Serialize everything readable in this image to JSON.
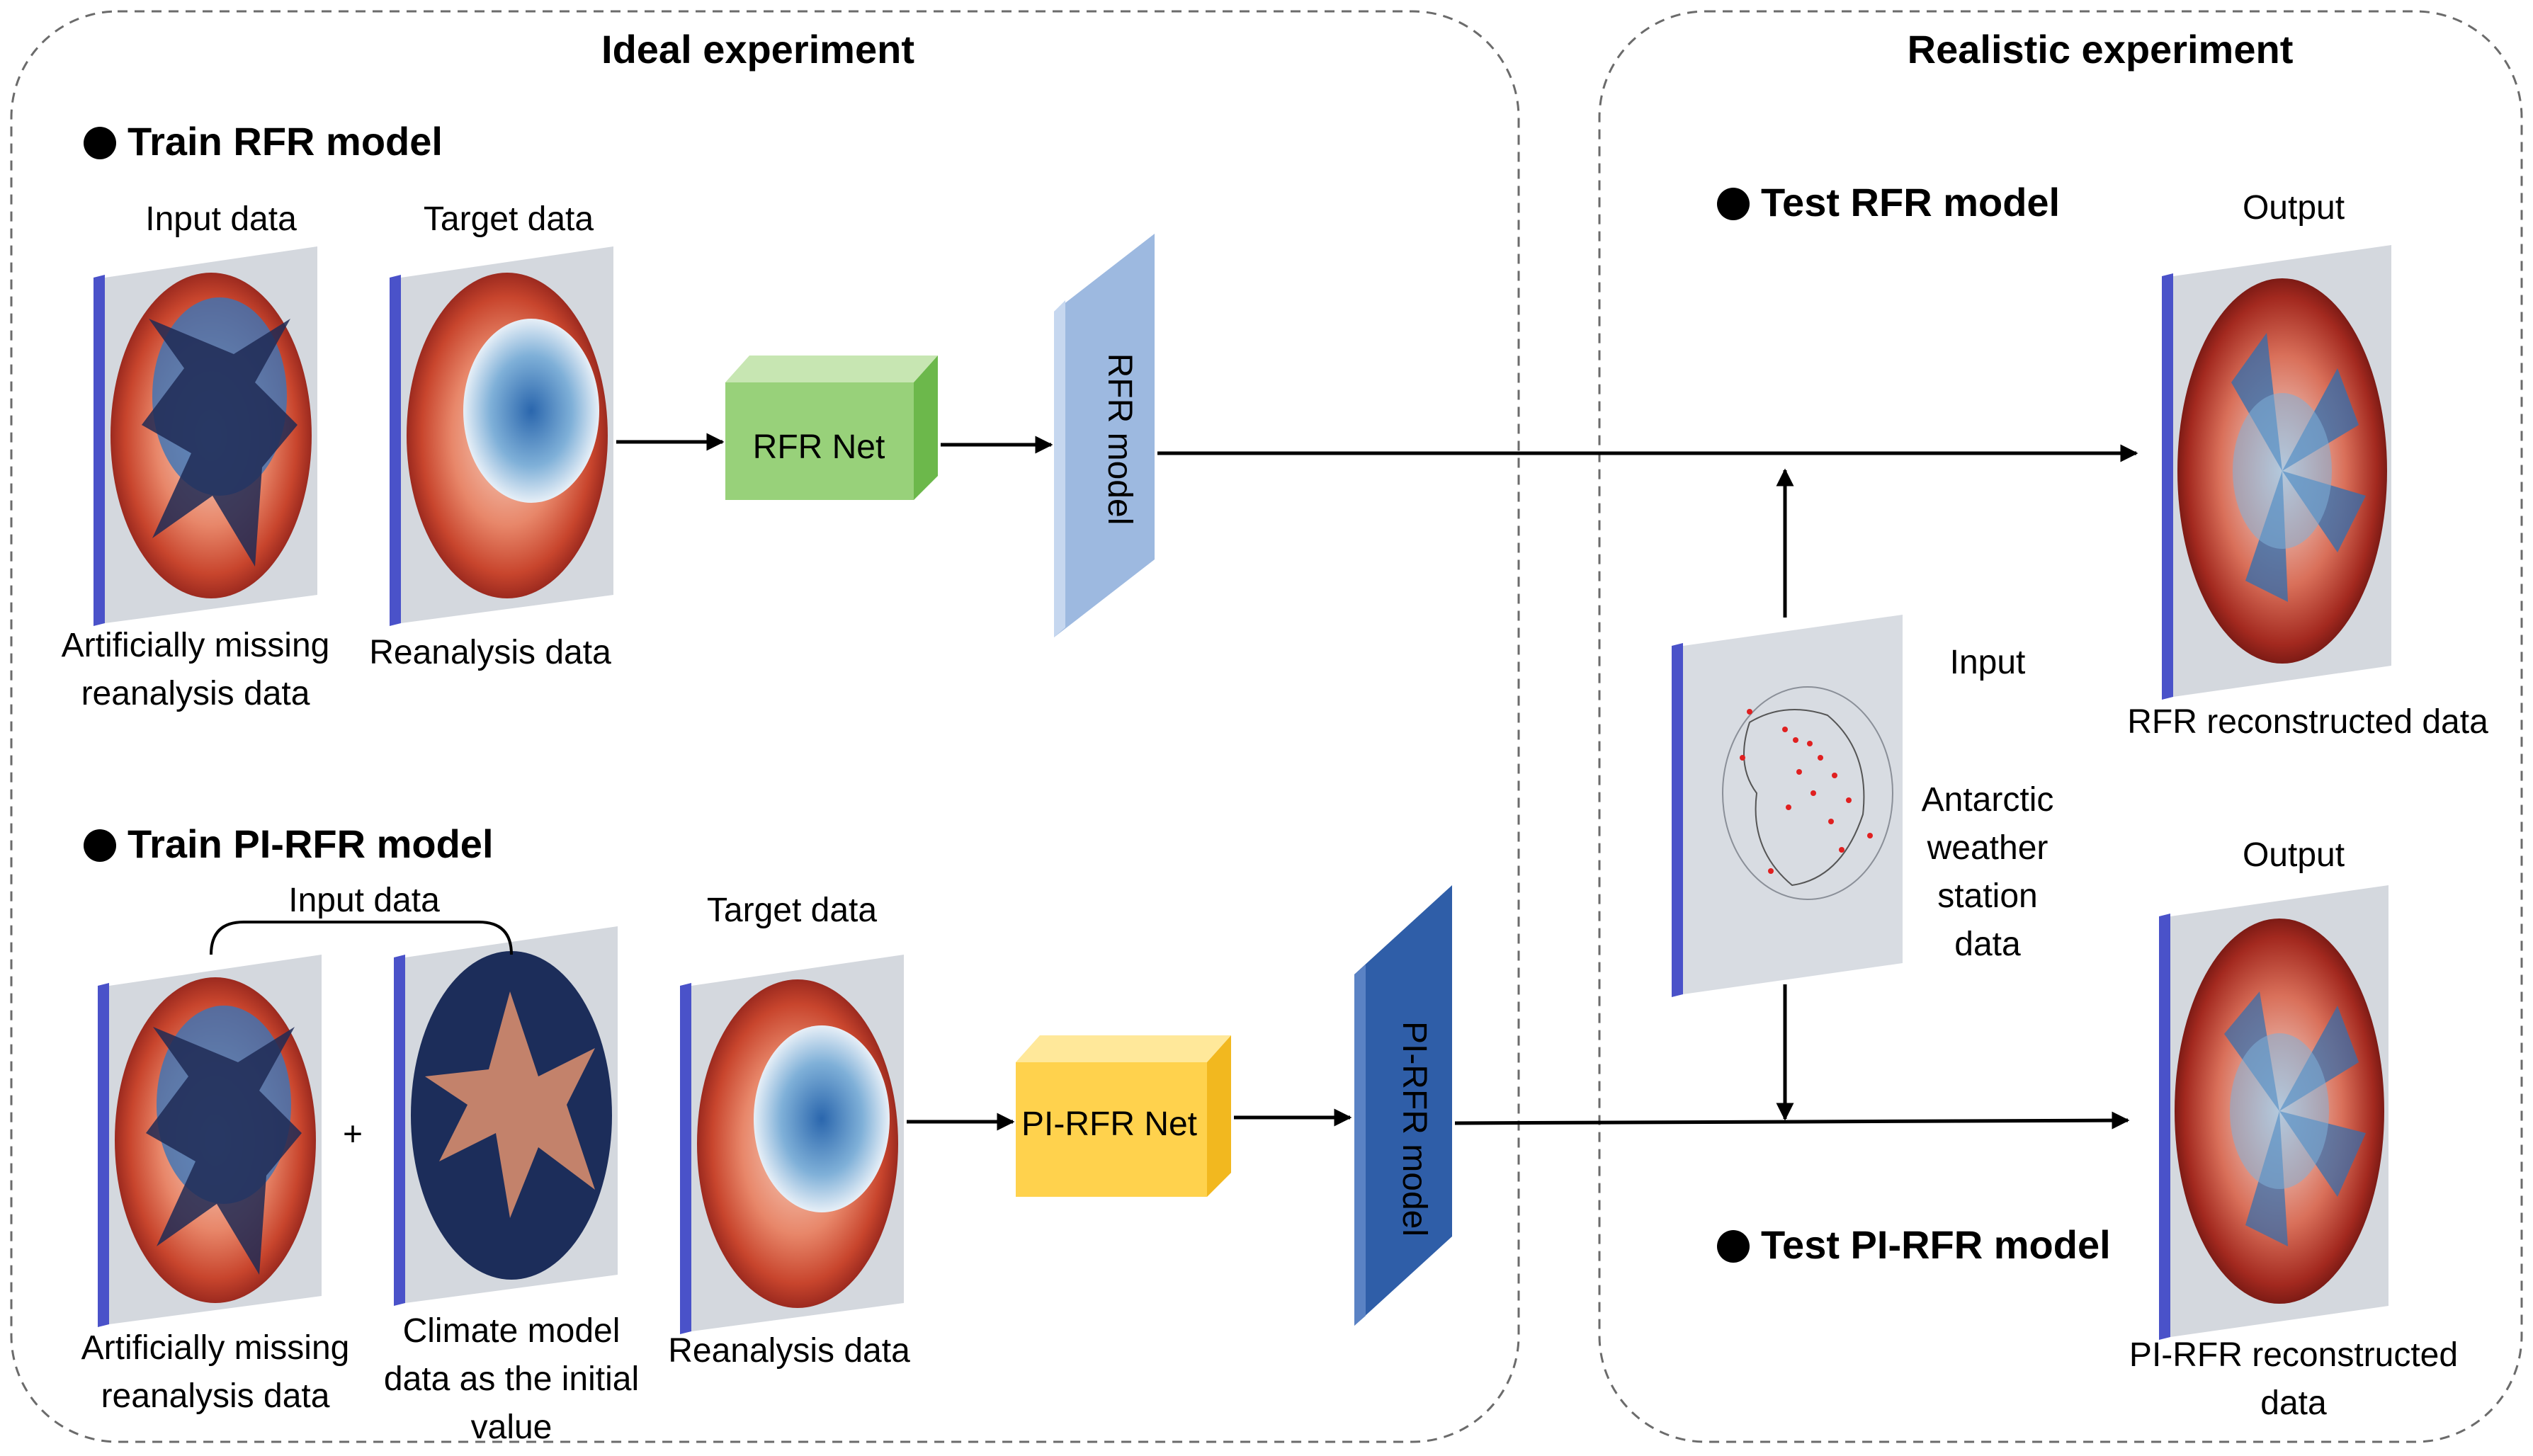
{
  "panels": {
    "ideal_title": "Ideal experiment",
    "realistic_title": "Realistic experiment"
  },
  "train_rfr": {
    "heading": "Train RFR model",
    "input_label": "Input data",
    "target_label": "Target data",
    "input_caption": "Artificially missing\nreanalysis data",
    "target_caption": "Reanalysis data",
    "net_label": "RFR Net",
    "model_label": "RFR model"
  },
  "train_pirfr": {
    "heading": "Train PI-RFR model",
    "input_label": "Input data",
    "target_label": "Target data",
    "plus": "+",
    "input1_caption": "Artificially missing\nreanalysis data",
    "input2_caption": "Climate model\ndata as the initial\nvalue",
    "target_caption": "Reanalysis data",
    "net_label": "PI-RFR Net",
    "model_label": "PI-RFR model"
  },
  "test_rfr": {
    "heading": "Test RFR model",
    "output_label": "Output",
    "output_caption": "RFR reconstructed data"
  },
  "station": {
    "input_label": "Input",
    "caption": "Antarctic\nweather\nstation\ndata"
  },
  "test_pirfr": {
    "heading": "Test PI-RFR model",
    "output_label": "Output",
    "output_caption": "PI-RFR reconstructed\ndata"
  },
  "colors": {
    "frame": "#4a52c9",
    "warm": "#c0392b",
    "cold": "#2f6fb0",
    "rfr_net": "#8fcf6a",
    "rfr_model": "#9db9e0",
    "pirfr_net": "#ffd24d",
    "pirfr_model": "#2f5ea8"
  }
}
